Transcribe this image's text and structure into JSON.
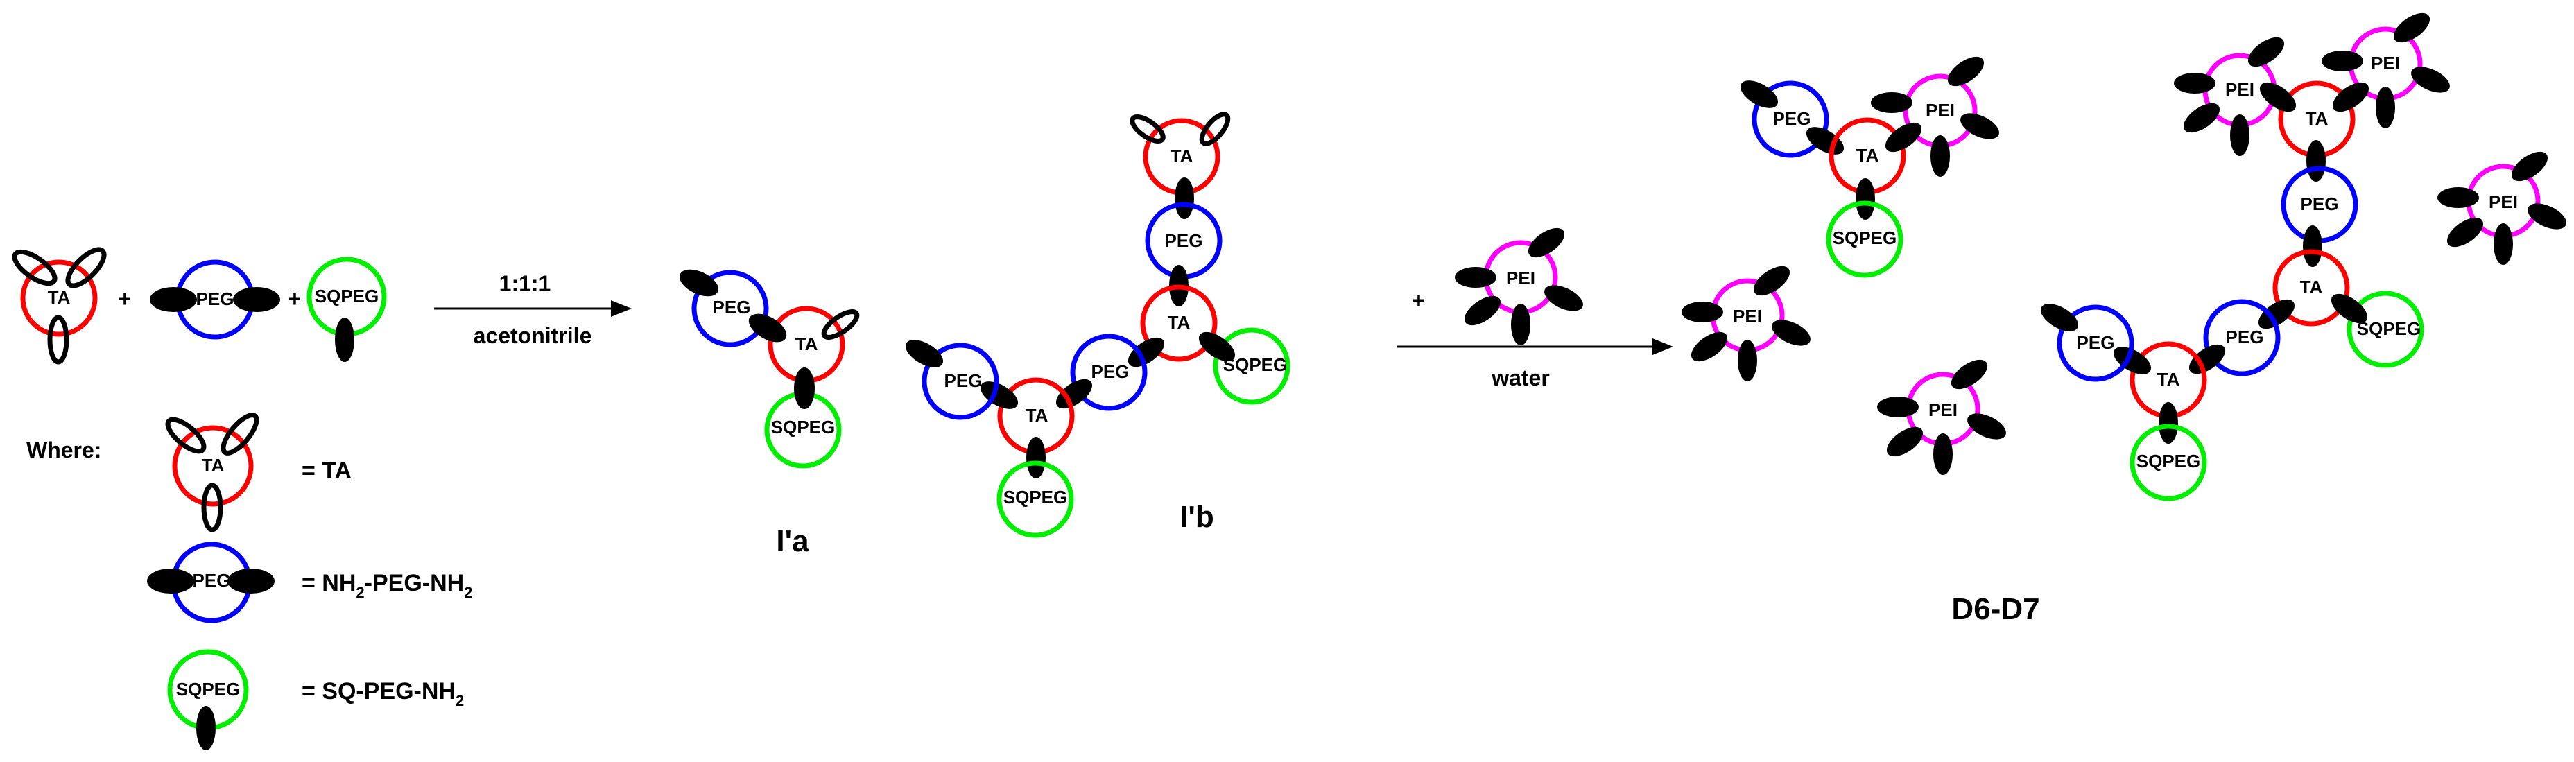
{
  "colors": {
    "ta": "#ff0000",
    "peg": "#0000ff",
    "sqpeg": "#00ee00",
    "pei": "#ff00ff",
    "ink": "#000000"
  },
  "unit_labels": {
    "ta": "TA",
    "peg": "PEG",
    "sqpeg": "SQPEG",
    "pei": "PEI"
  },
  "reactants": {
    "plus_1": "+",
    "plus_2": "+"
  },
  "step1": {
    "ratio": "1:1:1",
    "solvent": "acetonitrile"
  },
  "step2": {
    "plus": "+",
    "solvent": "water"
  },
  "products": {
    "ia": "I'a",
    "ib": "I'b",
    "final": "D6-D7"
  },
  "legend": {
    "title": "Where:",
    "ta": "=  TA",
    "peg_prefix": "=  NH",
    "peg_sub1": "2",
    "peg_mid": "-PEG-NH",
    "peg_sub2": "2",
    "sqpeg_prefix": "=  SQ-PEG-NH",
    "sqpeg_sub": "2"
  }
}
